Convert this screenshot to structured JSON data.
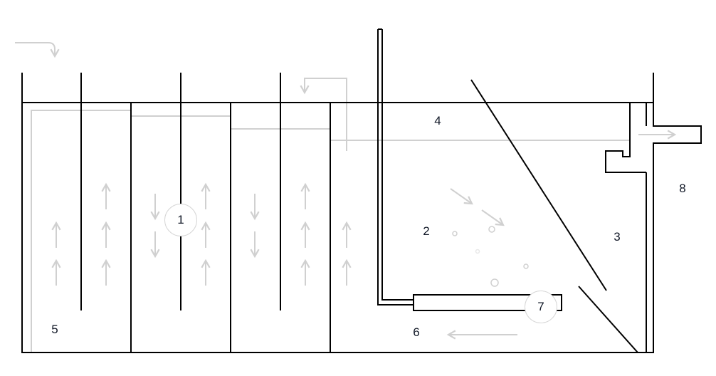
{
  "labels": {
    "bioreactor": "1",
    "aeration_zone": "2",
    "settling_zone": "3",
    "water_surface": "4",
    "inlet_chamber": "5",
    "sludge_return": "6",
    "aerator": "7",
    "outlet": "8"
  },
  "colors": {
    "structure": "#000000",
    "flow": "#d0d0d0",
    "label": "#111827"
  }
}
